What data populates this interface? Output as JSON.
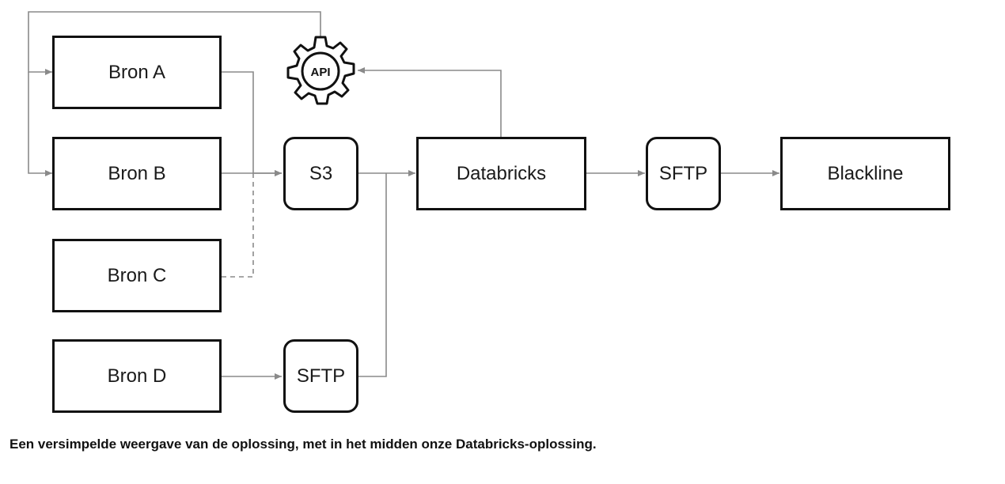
{
  "nodes": {
    "bron_a": "Bron A",
    "bron_b": "Bron B",
    "bron_c": "Bron C",
    "bron_d": "Bron D",
    "s3": "S3",
    "sftp_d": "SFTP",
    "databricks": "Databricks",
    "sftp_out": "SFTP",
    "blackline": "Blackline",
    "api": "API"
  },
  "caption": "Een versimpelde weergave van de oplossing, met in het midden onze Databricks-oplossing.",
  "colors": {
    "box_border": "#111111",
    "connector": "#8a8a8a",
    "text": "#1a1a1a"
  }
}
